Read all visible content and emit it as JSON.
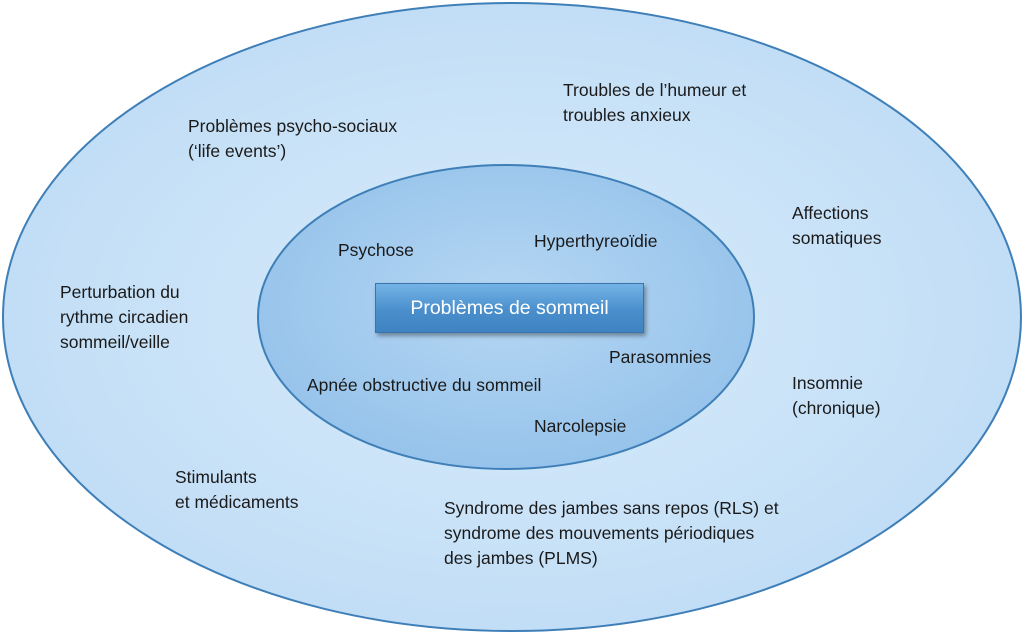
{
  "colors": {
    "outer_fill": "#c9e2f7",
    "outer_stroke": "#3f7fb8",
    "inner_fill": "#a5cdf0",
    "inner_stroke": "#3f7fb8",
    "center_box": "#4a8fcc",
    "text": "#1a1a1a"
  },
  "center": {
    "label": "Problèmes de sommeil"
  },
  "inner": {
    "psychose": "Psychose",
    "hyperthyreoidie": "Hyperthyreoïdie",
    "parasomnies": "Parasomnies",
    "apnee": "Apnée obstructive du sommeil",
    "narcolepsie": "Narcolepsie"
  },
  "outer": {
    "psycho_sociaux": {
      "line1": "Problèmes psycho-sociaux",
      "line2": "(‘life events’)"
    },
    "humeur": {
      "line1": "Troubles de l’humeur et",
      "line2": "troubles anxieux"
    },
    "somatiques": {
      "line1": "Affections",
      "line2": "somatiques"
    },
    "circadien": {
      "line1": "Perturbation du",
      "line2": "rythme circadien",
      "line3": "sommeil/veille"
    },
    "insomnie": {
      "line1": "Insomnie",
      "line2": "(chronique)"
    },
    "stimulants": {
      "line1": "Stimulants",
      "line2": "et médicaments"
    },
    "rls": {
      "line1": "Syndrome des jambes sans repos (RLS) et",
      "line2": "syndrome des mouvements périodiques",
      "line3": "des jambes (PLMS)"
    }
  }
}
